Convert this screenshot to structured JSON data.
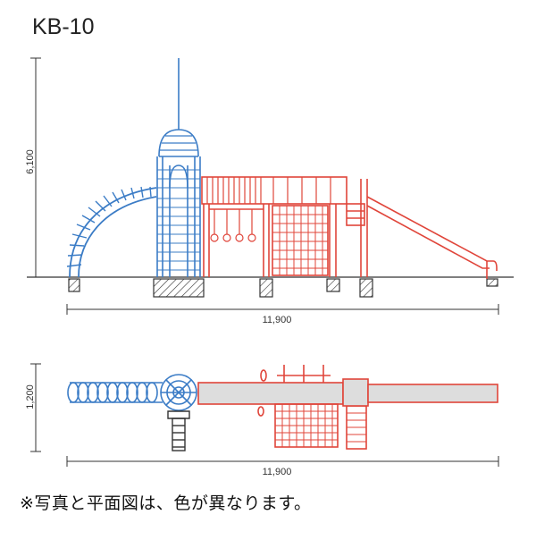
{
  "model": "KB-10",
  "dimensions": {
    "height": "6,100",
    "width_elevation": "11,900",
    "depth": "1,200",
    "width_plan": "11,900"
  },
  "note": "※写真と平面図は、色が異なります。",
  "colors": {
    "tower_blue": "#3b7cc6",
    "deck_red": "#e0453a",
    "line_dark": "#333333",
    "platform_gray": "#dddddd"
  }
}
